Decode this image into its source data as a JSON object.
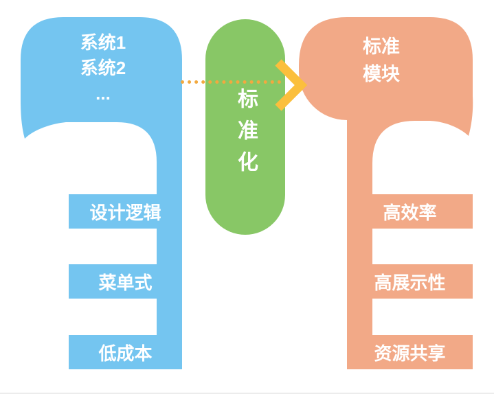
{
  "colors": {
    "blue": "#74C5F0",
    "green": "#88C766",
    "orange": "#F2A987",
    "arrow": "#FBBF3C",
    "dot": "#F2A93F"
  },
  "left_group": {
    "bubble_lines": [
      "系统1",
      "系统2",
      "..."
    ],
    "items": [
      "设计逻辑",
      "菜单式",
      "低成本"
    ]
  },
  "center": {
    "label": "标准化"
  },
  "right_group": {
    "bubble_lines": [
      "标准",
      "模块"
    ],
    "items": [
      "高效率",
      "高展示性",
      "资源共享"
    ]
  }
}
